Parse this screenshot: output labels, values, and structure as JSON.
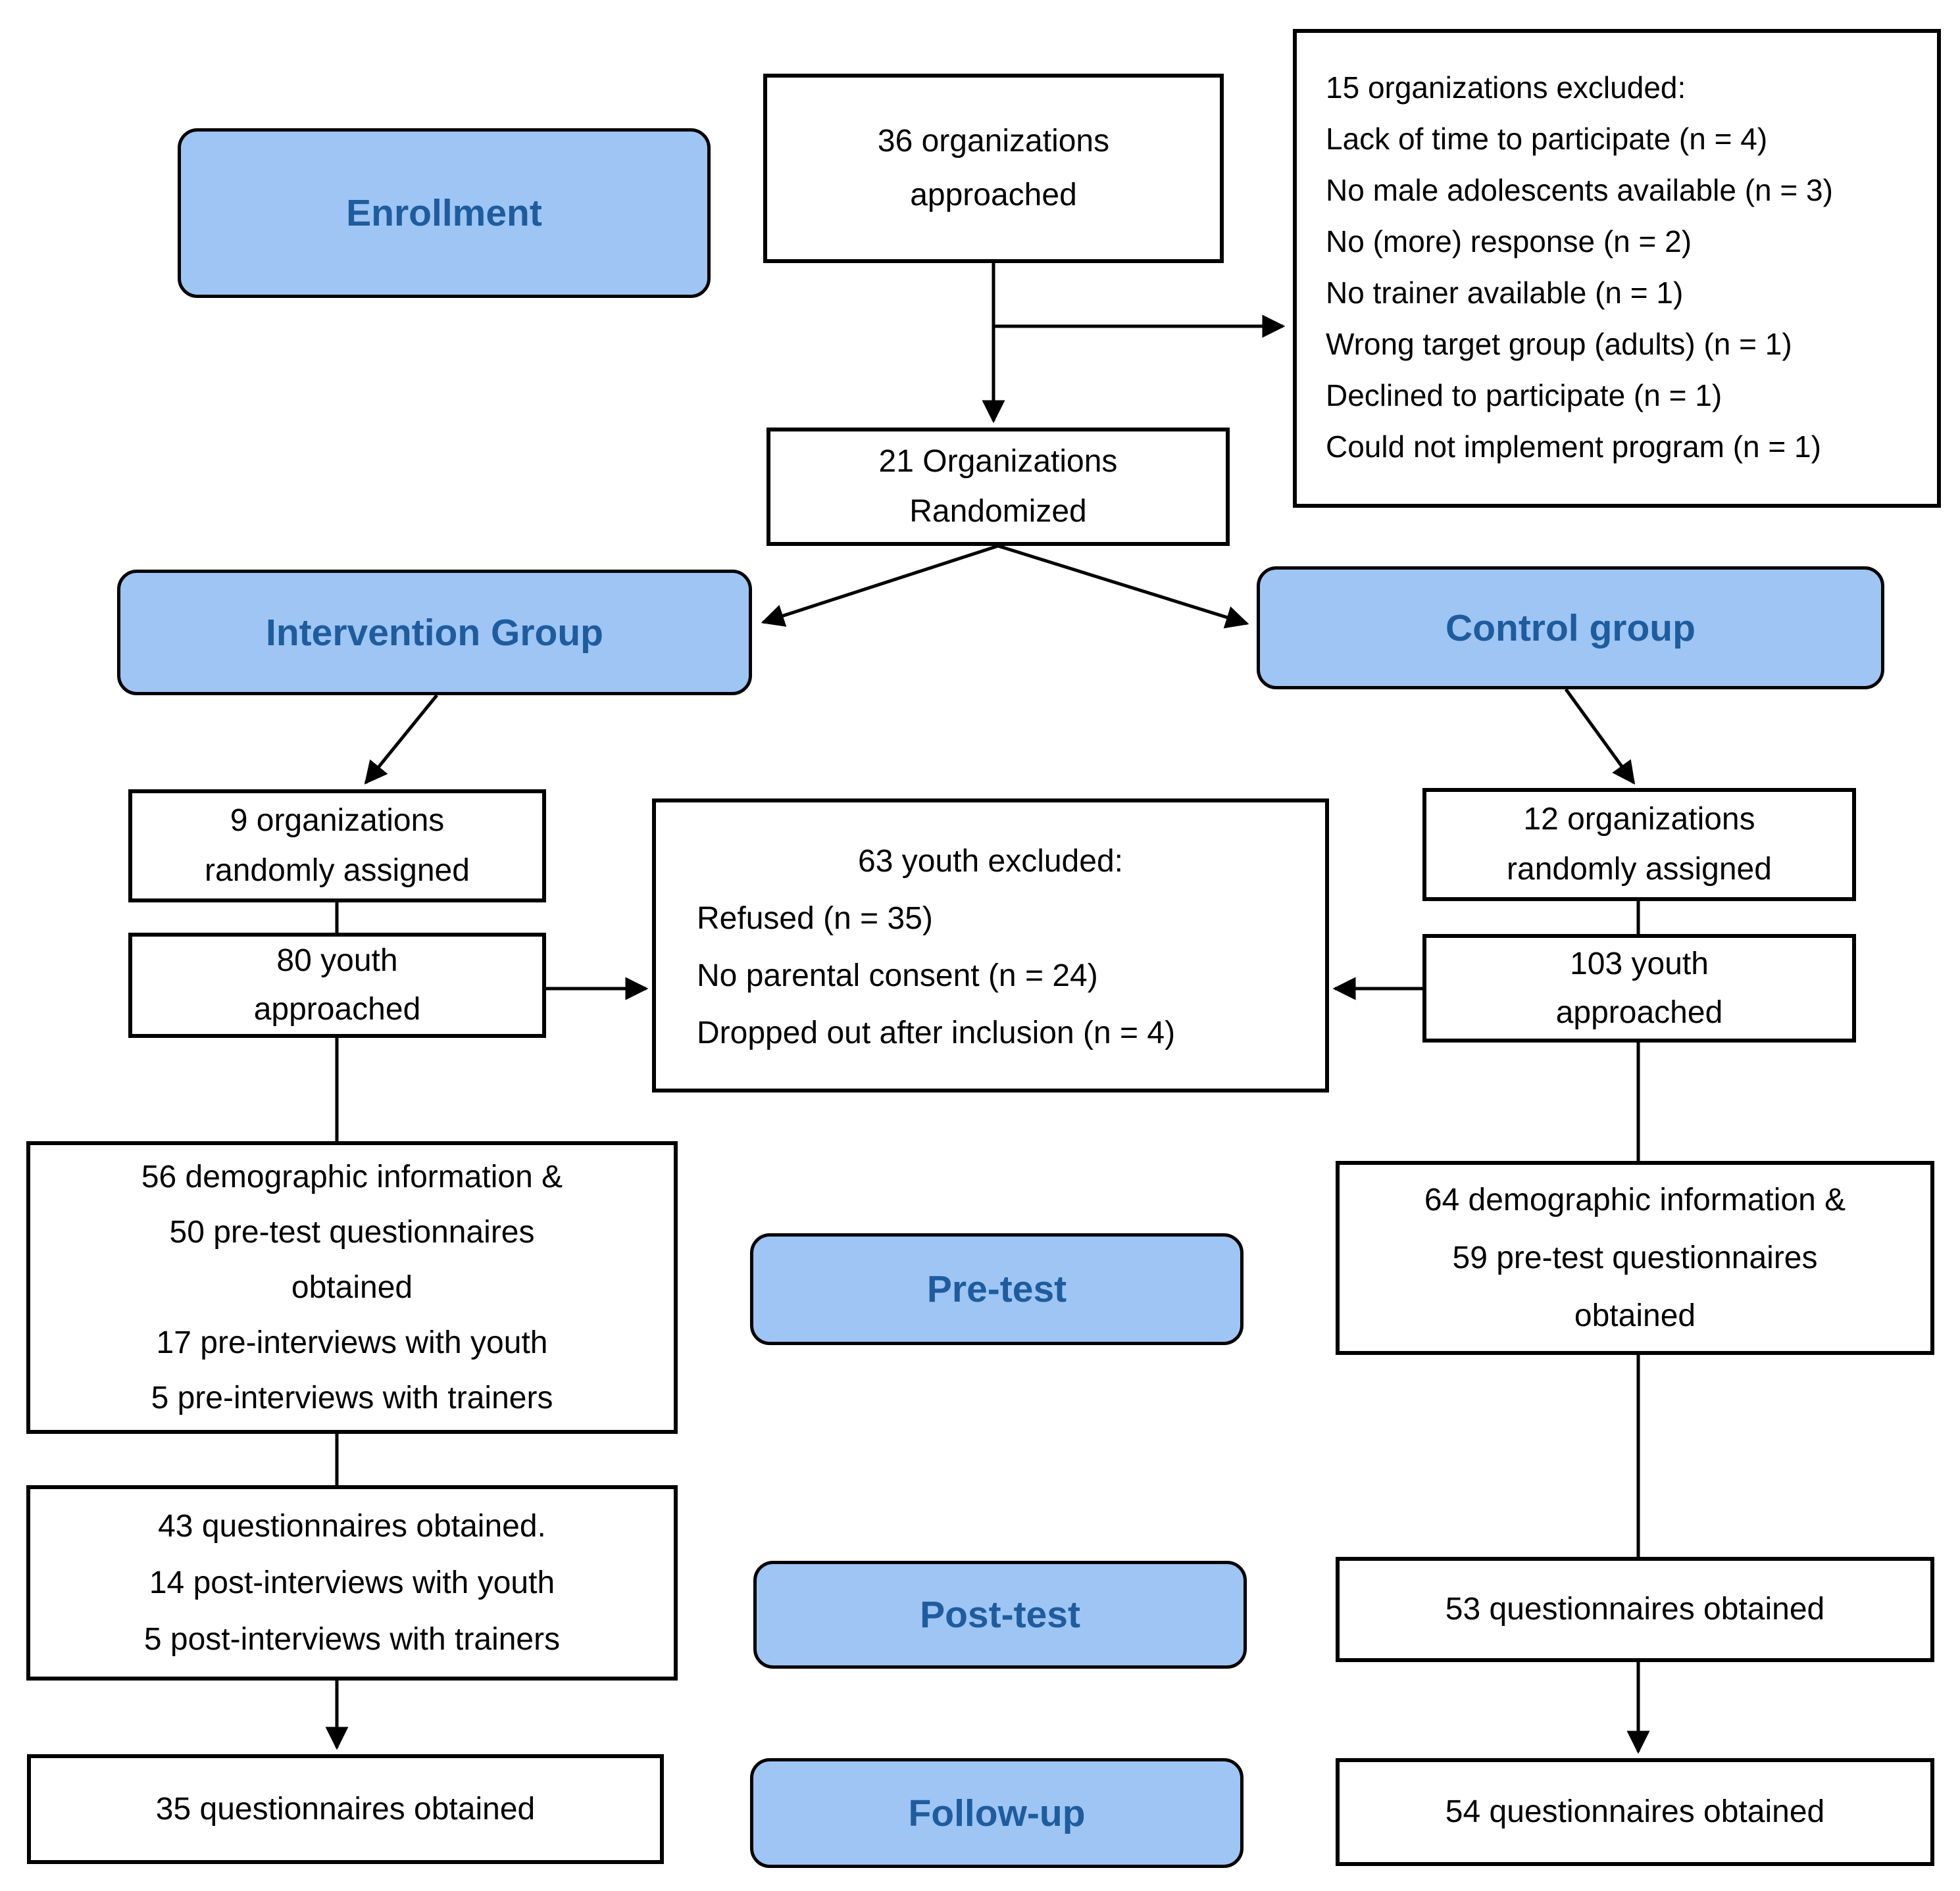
{
  "colors": {
    "box_fill": "#9EC5F3",
    "box_border": "#000000",
    "label_text": "#1E5C9E",
    "line": "#000000",
    "background": "#FFFFFF"
  },
  "labels": {
    "enrollment": "Enrollment",
    "intervention": "Intervention Group",
    "control": "Control group",
    "pretest": "Pre-test",
    "posttest": "Post-test",
    "followup": "Follow-up"
  },
  "boxes": {
    "approached36": {
      "lines": [
        "36 organizations",
        "approached"
      ]
    },
    "excluded15": {
      "lines": [
        "15 organizations excluded:",
        "Lack of time to participate (n = 4)",
        "No male adolescents available (n = 3)",
        "No (more) response (n =  2)",
        "No trainer available (n = 1)",
        "Wrong target group (adults) (n = 1)",
        "Declined to participate (n = 1)",
        "Could not implement program (n = 1)"
      ]
    },
    "randomized21": {
      "lines": [
        "21 Organizations",
        "Randomized"
      ]
    },
    "assigned9": {
      "lines": [
        "9 organizations",
        "randomly assigned"
      ]
    },
    "approached80": {
      "lines": [
        "80 youth",
        "approached"
      ]
    },
    "excluded63": {
      "heading": "63 youth excluded:",
      "items": [
        "Refused (n = 35)",
        "No parental consent (n = 24)",
        "Dropped out after inclusion (n = 4)"
      ]
    },
    "assigned12": {
      "lines": [
        "12 organizations",
        "randomly assigned"
      ]
    },
    "approached103": {
      "lines": [
        "103 youth",
        "approached"
      ]
    },
    "pretest_intervention": {
      "lines": [
        "56 demographic information &",
        "50 pre-test questionnaires",
        "obtained",
        "17 pre-interviews with youth",
        "5 pre-interviews with trainers"
      ]
    },
    "pretest_control": {
      "lines": [
        "64 demographic information &",
        "59 pre-test questionnaires",
        "obtained"
      ]
    },
    "posttest_intervention": {
      "lines": [
        "43 questionnaires obtained.",
        "14 post-interviews with youth",
        "5 post-interviews with trainers"
      ]
    },
    "posttest_control": {
      "lines": [
        "53 questionnaires obtained"
      ]
    },
    "followup_intervention": {
      "lines": [
        "35 questionnaires obtained"
      ]
    },
    "followup_control": {
      "lines": [
        "54 questionnaires obtained"
      ]
    }
  }
}
